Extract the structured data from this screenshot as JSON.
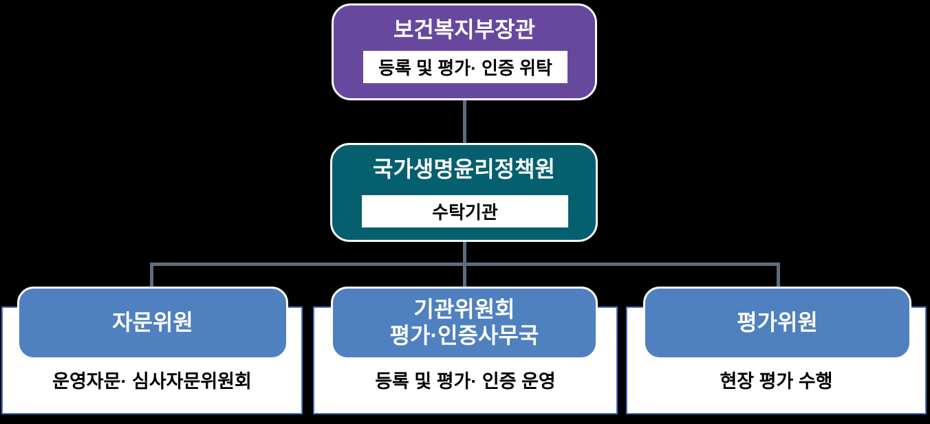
{
  "colors": {
    "background": "#000000",
    "purple": "#66499E",
    "teal": "#065F6E",
    "blue": "#4F80BF",
    "connector": "#5E6D7D",
    "panel_border": "#4472C4"
  },
  "nodes": {
    "minister": {
      "title": "보건복지부장관",
      "subtitle": "등록 및 평가· 인증 위탁"
    },
    "institute": {
      "title": "국가생명윤리정책원",
      "subtitle": "수탁기관"
    },
    "children": [
      {
        "title": "자문위원",
        "title_line2": "",
        "subtitle": "운영자문· 심사자문위원회"
      },
      {
        "title": "기관위원회",
        "title_line2": "평가·인증사무국",
        "subtitle": "등록 및 평가· 인증 운영"
      },
      {
        "title": "평가위원",
        "title_line2": "",
        "subtitle": "현장 평가 수행"
      }
    ]
  }
}
